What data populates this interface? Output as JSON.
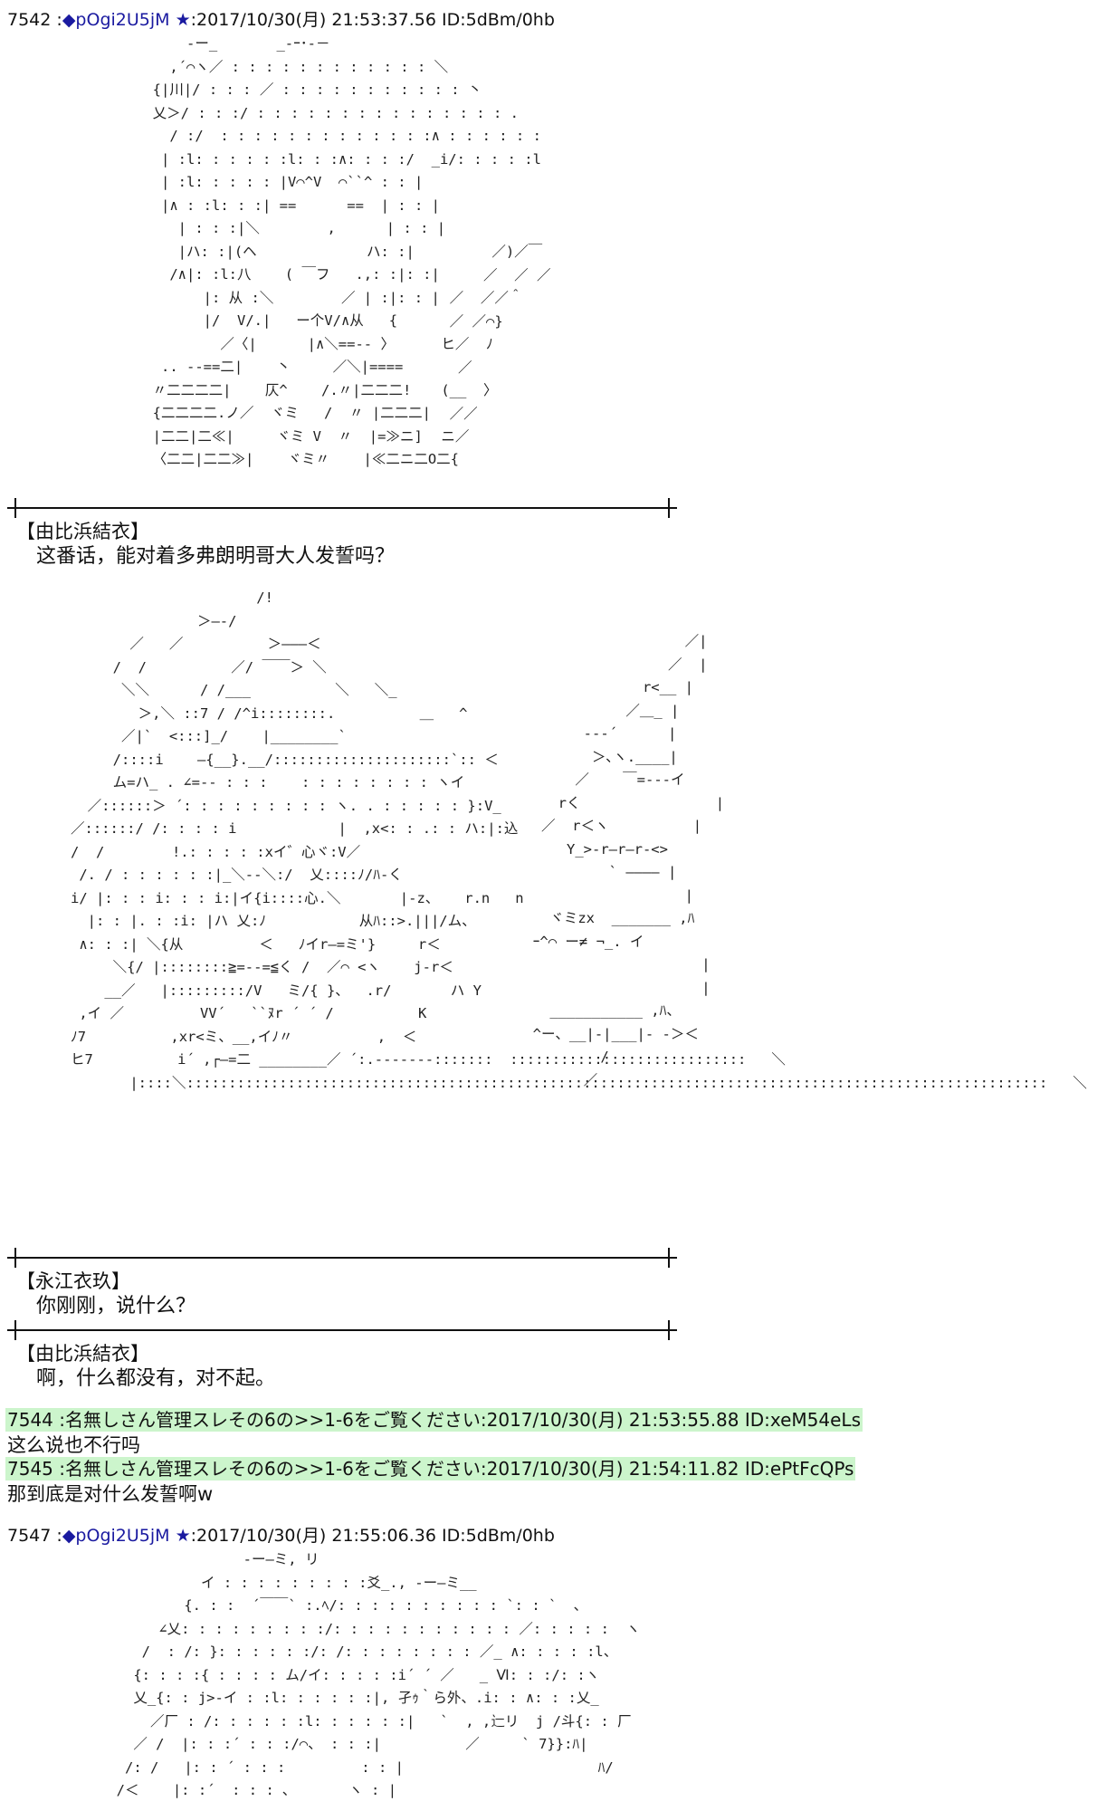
{
  "posts": [
    {
      "number": "7542",
      "trip": "◆pOgi2U5jM ★",
      "datetime": ":2017/10/30(月) 21:53:37.56",
      "id": "ID:5dBm/0hb"
    },
    {
      "number": "7547",
      "trip": "◆pOgi2U5jM ★",
      "datetime": ":2017/10/30(月) 21:55:06.36",
      "id": "ID:5dBm/0hb"
    }
  ],
  "dialogue": [
    {
      "speaker": "【由比浜結衣】",
      "text": "这番话，能对着多弗朗明哥大人发誓吗？"
    },
    {
      "speaker": "【永江衣玖】",
      "text": "你刚刚，说什么？"
    },
    {
      "speaker": "【由比浜結衣】",
      "text": "啊，什么都没有，对不起。"
    }
  ],
  "replies": [
    {
      "header": "7544 :名無しさん管理スレその6の>>1-6をご覧ください:2017/10/30(月) 21:53:55.88 ID:xeM54eLs",
      "body": "这么说也不行吗"
    },
    {
      "header": "7545 :名無しさん管理スレその6の>>1-6をご覧ください:2017/10/30(月) 21:54:11.82 ID:ePtFcQPs",
      "body": "那到底是对什么发誓啊w"
    }
  ],
  "colors": {
    "reply_highlight": "#ccf5cc",
    "trip_text": "#1a1aa0",
    "divider": "#111111"
  }
}
